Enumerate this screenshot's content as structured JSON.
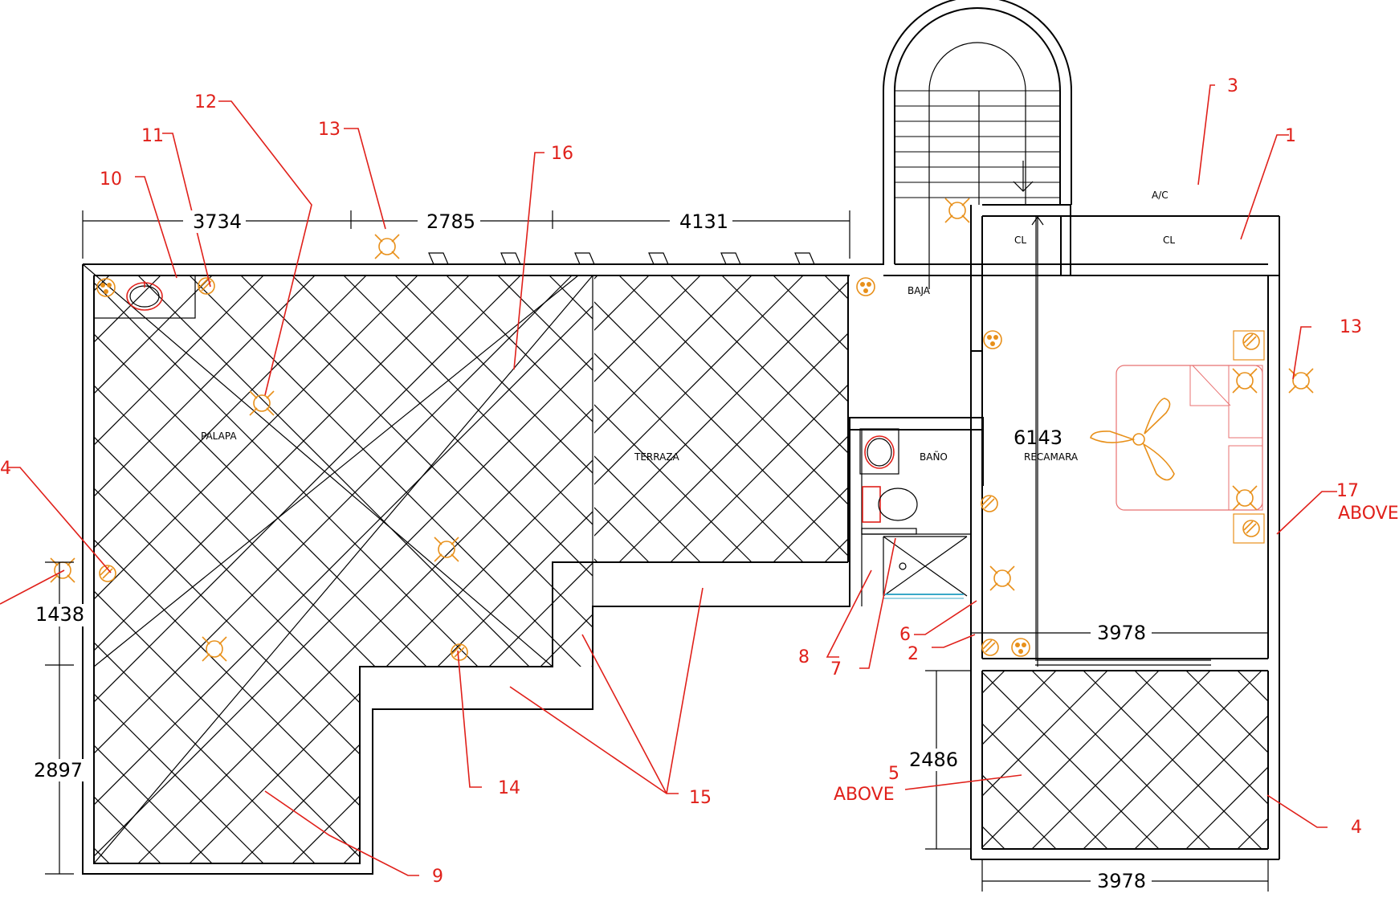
{
  "rooms": {
    "palapa": "PALAPA",
    "terraza": "TERRAZA",
    "bano": "BAÑO",
    "recamara": "RECAMARA",
    "baja": "BAJA",
    "closet_left": "CL",
    "closet_right": "CL",
    "ac_unit": "A/C"
  },
  "dimensions": {
    "top_1": "3734",
    "top_2": "2785",
    "top_3": "4131",
    "left_upper": "1438",
    "left_lower": "2897",
    "bedroom_height": "6143",
    "bedroom_width": "3978",
    "terrace_height": "2486",
    "bottom_width": "3978"
  },
  "callouts": {
    "c1": "1",
    "c2": "2",
    "c3": "3",
    "c4_right": "4",
    "c4_left": "4",
    "c5": "5",
    "c5_note": "ABOVE",
    "c6": "6",
    "c7": "7",
    "c8": "8",
    "c9": "9",
    "c10": "10",
    "c11": "11",
    "c12": "12",
    "c13_top": "13",
    "c13_right": "13",
    "c14": "14",
    "c15": "15",
    "c16": "16",
    "c17": "17",
    "c17_note": "ABOVE"
  },
  "colors": {
    "linework": "#000000",
    "callout": "#e0201a",
    "fixture": "#e8901a",
    "background": "#ffffff"
  }
}
